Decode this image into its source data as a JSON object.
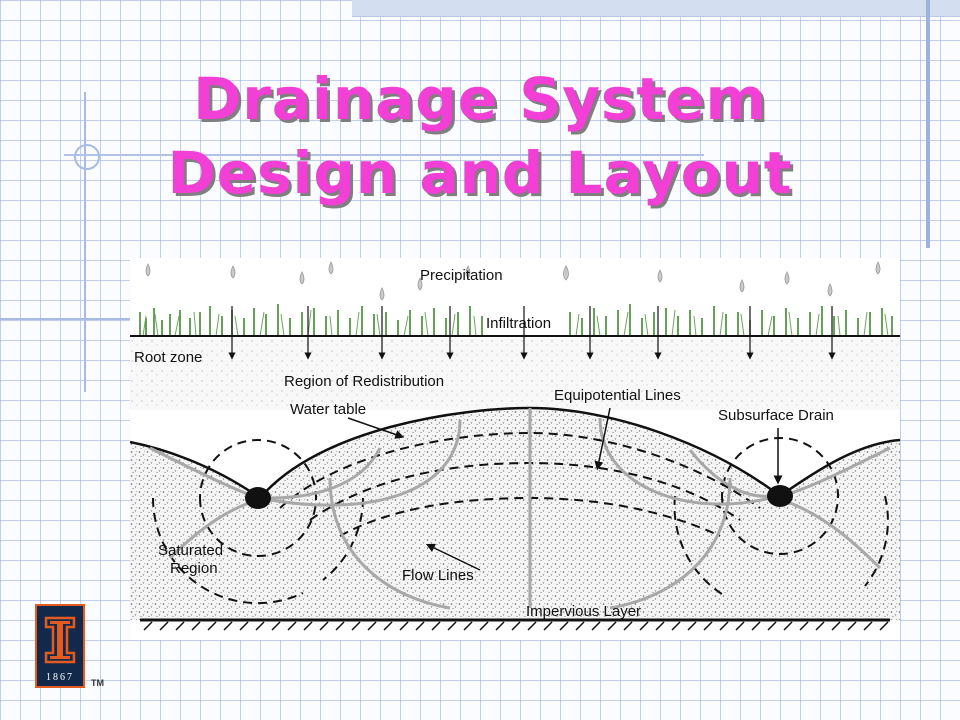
{
  "slide": {
    "title_line1": "Drainage System",
    "title_line2": "Design and Layout",
    "title_color": "#f23fd6"
  },
  "diagram": {
    "labels": {
      "precipitation": "Precipitation",
      "infiltration": "Infiltration",
      "root_zone": "Root zone",
      "redistribution": "Region of Redistribution",
      "water_table": "Water table",
      "equipotential": "Equipotential Lines",
      "subsurface_drain": "Subsurface Drain",
      "saturated_1": "Saturated",
      "saturated_2": "Region",
      "flow_lines": "Flow Lines",
      "impervious": "Impervious Layer"
    }
  },
  "logo": {
    "year": "1867",
    "tm": "TM",
    "colors": {
      "navy": "#13294b",
      "orange": "#e45b1f"
    },
    "icon": "university-block-i-icon"
  }
}
